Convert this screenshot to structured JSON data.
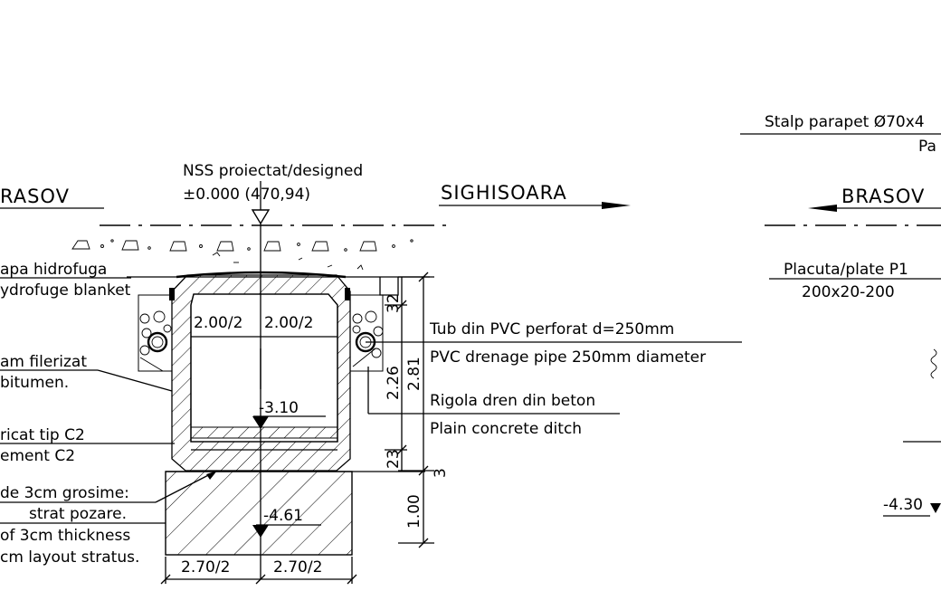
{
  "left_section": {
    "direction_left": "RASOV",
    "direction_right": "SIGHISOARA",
    "level_label_1": "NSS proiectat/designed",
    "level_label_2": "±0.000 (470,94)",
    "notes": {
      "waterproof_ro": "apa hidrofuga",
      "waterproof_en": "ydrofuge blanket",
      "bitumen_ro": "am filerizat",
      "bitumen_en": "bitumen.",
      "cement_ro": "ricat tip C2",
      "cement_en": "ement C2",
      "layer_ro_1": "de 3cm grosime:",
      "layer_ro_2": "strat pozare.",
      "layer_en_1": "of 3cm thickness",
      "layer_en_2": "cm layout stratus.",
      "pipe_ro": "Tub din PVC perforat d=250mm",
      "pipe_en": "PVC drenage pipe 250mm diameter",
      "ditch_ro": "Rigola dren din beton",
      "ditch_en": "Plain concrete ditch"
    },
    "dimensions": {
      "inner_left": "2.00/2",
      "inner_right": "2.00/2",
      "inner_level": "-3.10",
      "base_level": "-4.61",
      "bottom_left": "2.70/2",
      "bottom_right": "2.70/2",
      "top_slab": "32",
      "inner_height": "2.26",
      "outer_height": "2.81",
      "bottom_slab": "23",
      "gap": "3",
      "foundation": "1.00"
    }
  },
  "right_section": {
    "post_label": "Stalp parapet Ø70x4",
    "parapet_label": "Pa",
    "direction_left": "BRASOV",
    "plate_label": "Placuta/plate P1",
    "plate_size": "200x20-200",
    "level": "-4.30"
  }
}
